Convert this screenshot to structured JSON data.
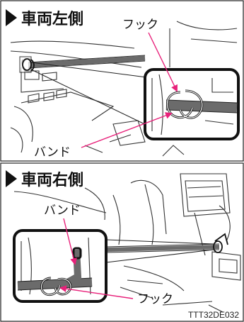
{
  "top_panel": {
    "title": "車両左側",
    "label_hook": "フック",
    "label_band": "バンド"
  },
  "bottom_panel": {
    "title": "車両右側",
    "label_band": "バンド",
    "label_hook": "フック"
  },
  "figure_code": "TTT32DE032",
  "colors": {
    "callout_arrow": "#e8217a",
    "line_art": "#333333",
    "band_gray": "#6b6b6b"
  }
}
